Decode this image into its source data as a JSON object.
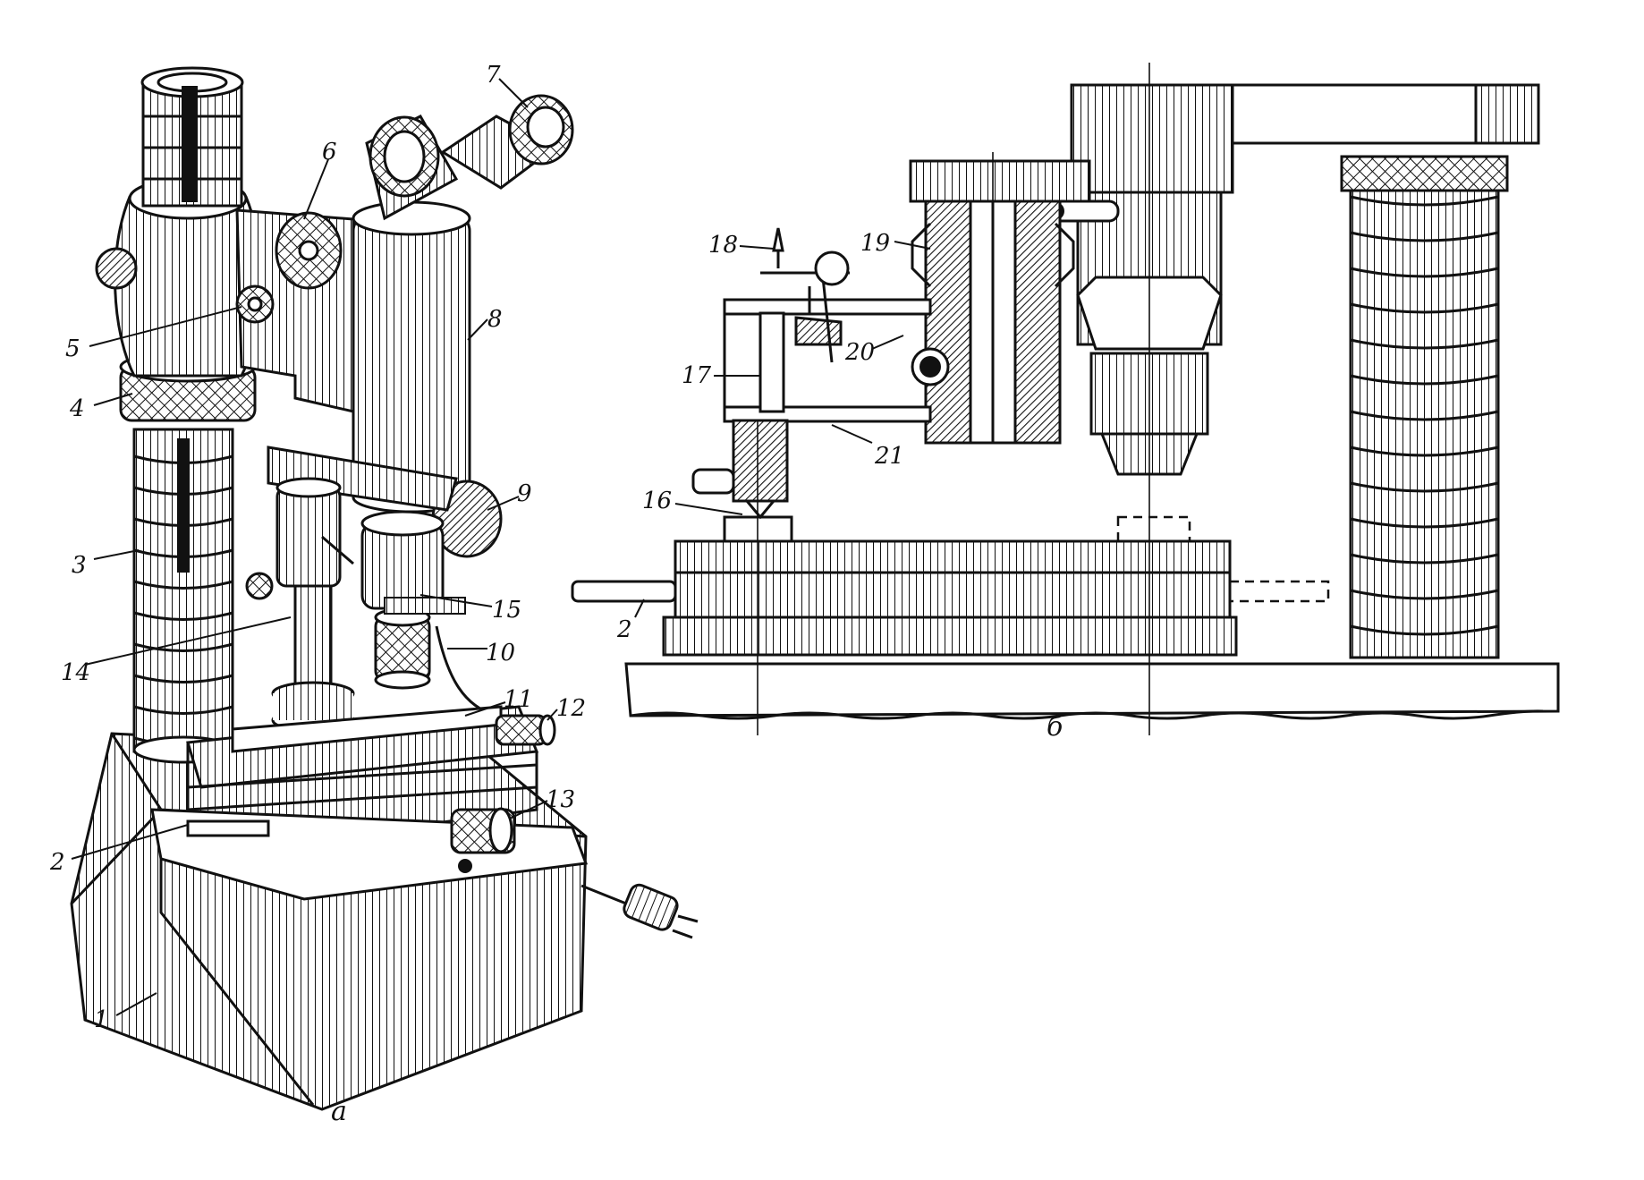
{
  "figure": {
    "captions": {
      "a": "а",
      "b": "б"
    },
    "labels": {
      "l1": "1",
      "l2": "2",
      "l3": "3",
      "l4": "4",
      "l5": "5",
      "l6": "6",
      "l7": "7",
      "l8": "8",
      "l9": "9",
      "l10": "10",
      "l11": "11",
      "l12": "12",
      "l13": "13",
      "l14": "14",
      "l15": "15",
      "l2b": "2",
      "l16": "16",
      "l17": "17",
      "l18": "18",
      "l19": "19",
      "l20": "20",
      "l21": "21"
    },
    "colors": {
      "ink": "#111111",
      "paper": "#ffffff"
    }
  }
}
